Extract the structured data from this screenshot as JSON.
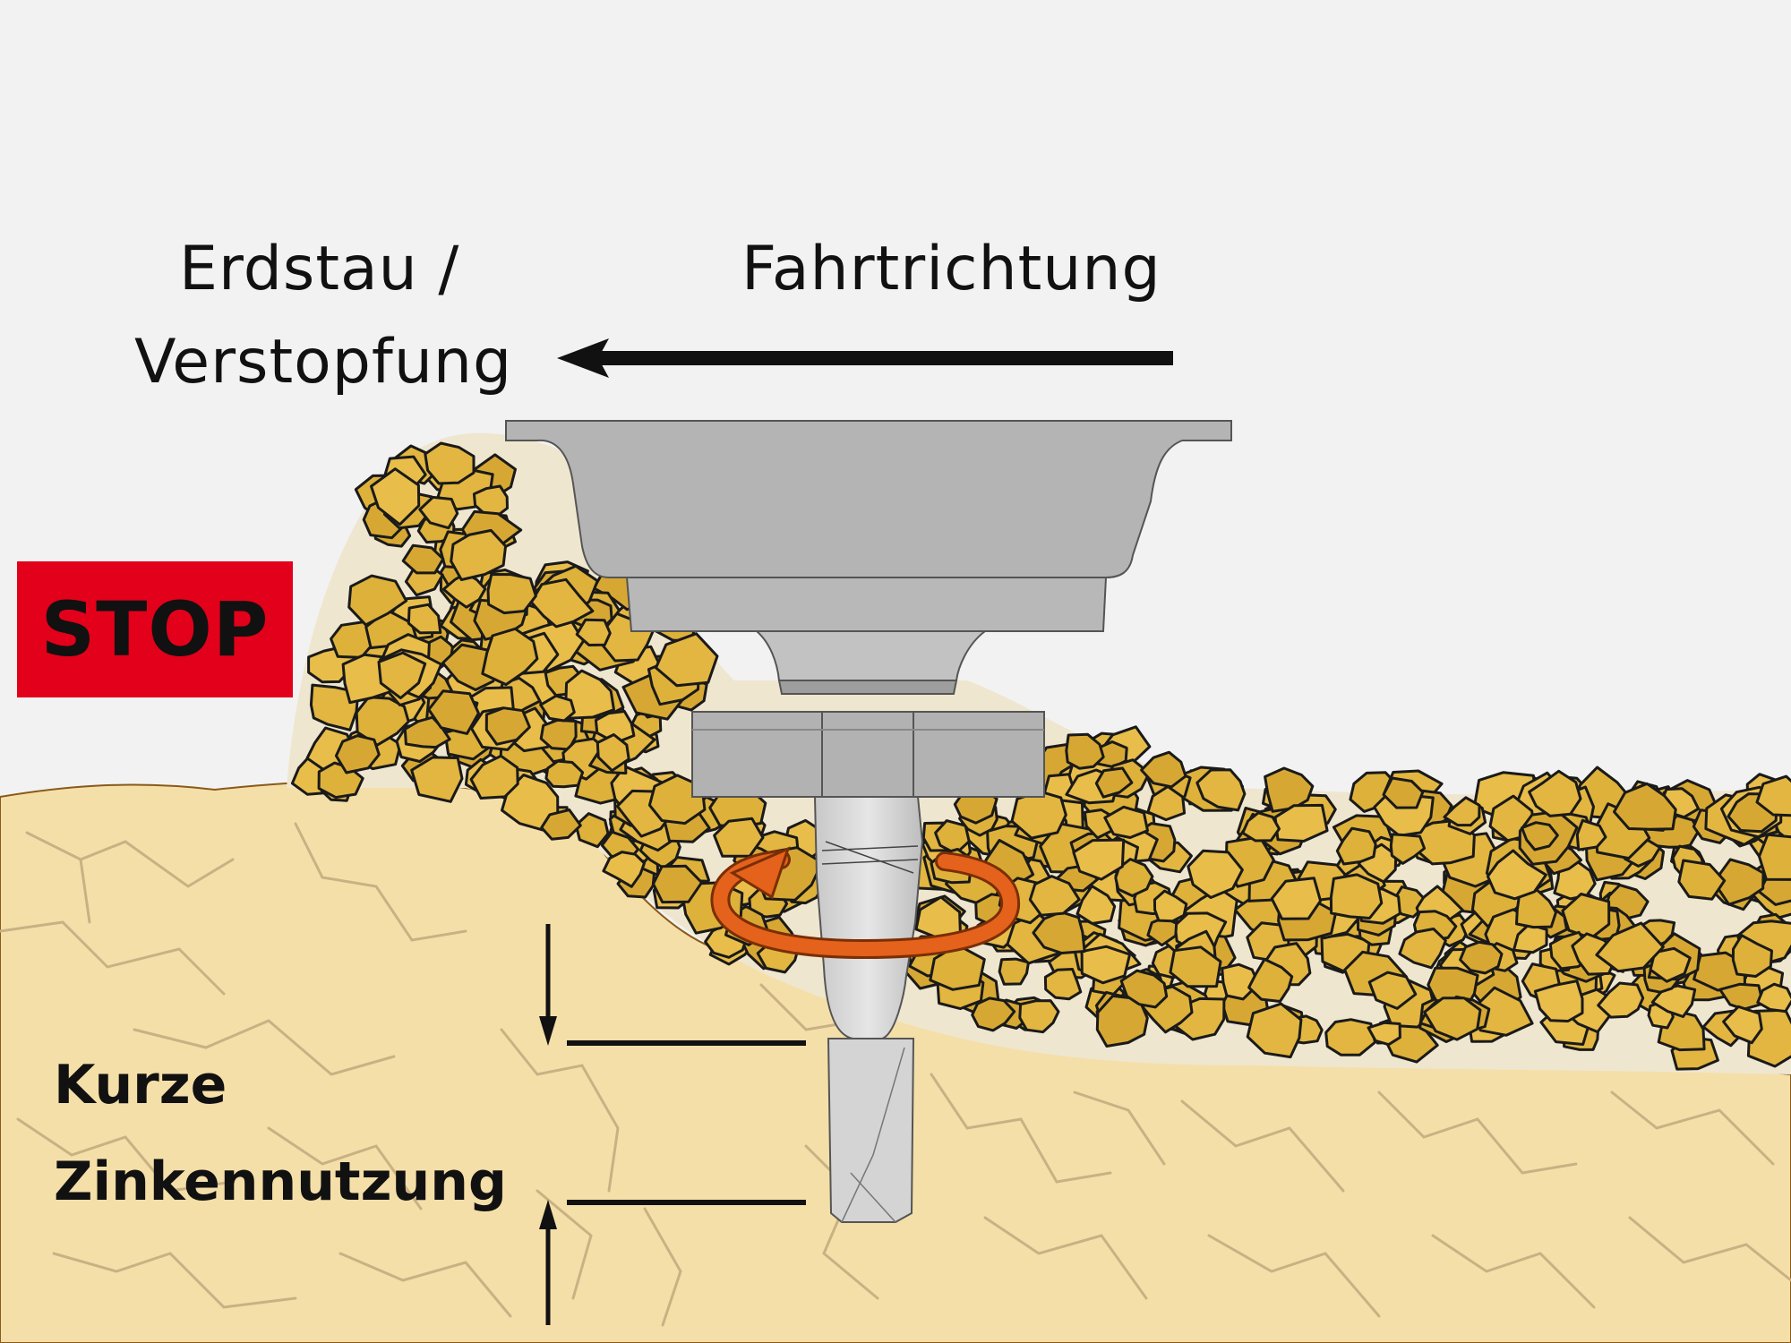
{
  "labels": {
    "blockage_line1": "Erdstau /",
    "blockage_line2": "Verstopfung",
    "direction": "Fahrtrichtung",
    "stop": "STOP",
    "usage_line1": "Kurze",
    "usage_line2": "Zinkennutzung"
  },
  "colors": {
    "background": "#f2f2f2",
    "soil": "#f5dfa8",
    "soil_cracks": "#c9b184",
    "stone_fill": "#ddb13a",
    "stone_outline": "#1a1a1a",
    "stop_red": "#e2001a",
    "rotation_arrow": "#e4621b",
    "machine_gray": "#b4b4b4"
  },
  "icons": {
    "direction_arrow": "arrow-left-icon",
    "rotation_arrow": "rotation-icon"
  }
}
